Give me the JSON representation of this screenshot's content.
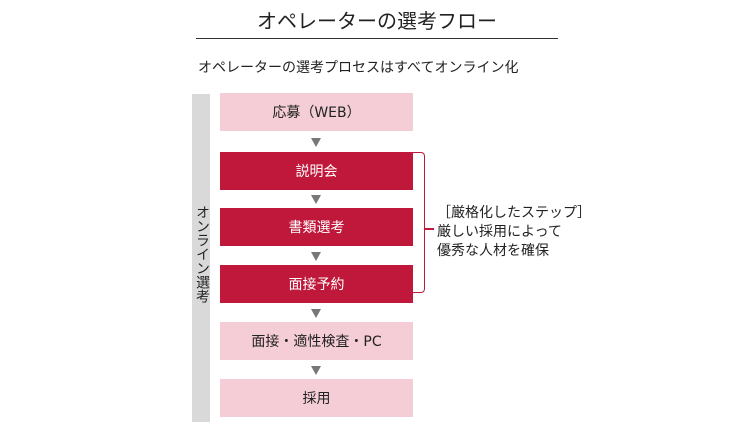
{
  "title": "オペレーターの選考フロー",
  "subtitle": "オペレーターの選考プロセスはすべてオンライン化",
  "sidebar_label": "オンライン選考",
  "steps": [
    {
      "label": "応募（WEB）",
      "style": "light"
    },
    {
      "label": "説明会",
      "style": "dark"
    },
    {
      "label": "書類選考",
      "style": "dark"
    },
    {
      "label": "面接予約",
      "style": "dark"
    },
    {
      "label": "面接・適性検査・PC",
      "style": "light"
    },
    {
      "label": "採用",
      "style": "light"
    }
  ],
  "note": {
    "heading": "［厳格化したステップ］",
    "line1": "厳しい採用によって",
    "line2": "優秀な人材を確保"
  },
  "colors": {
    "light": "#f4cdd6",
    "dark": "#c0183a",
    "arrow": "#777777",
    "sidebar": "#d9d9d9"
  }
}
